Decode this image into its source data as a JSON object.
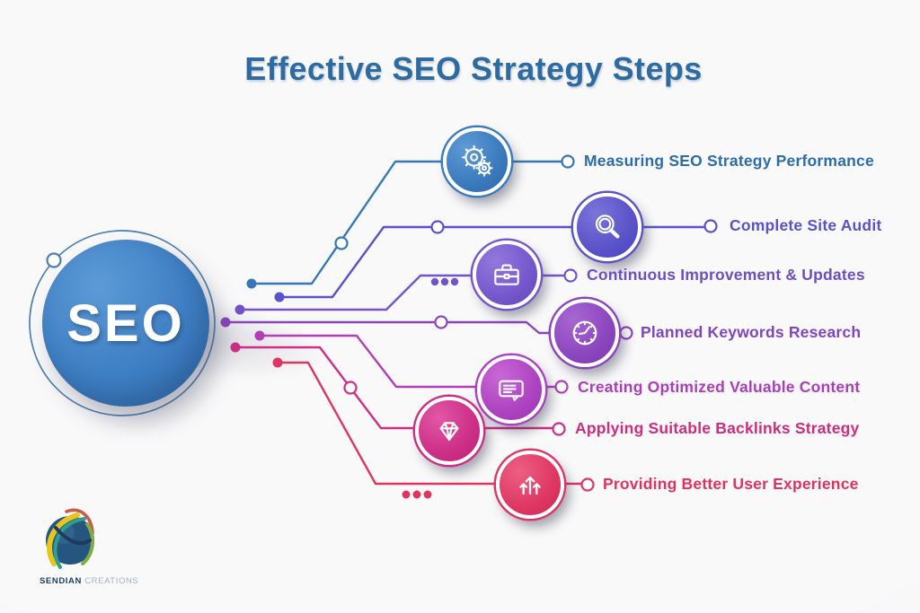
{
  "title": "Effective SEO Strategy Steps",
  "title_color": "#2d6ba3",
  "hub": {
    "label": "SEO",
    "fill": "#3e7ec2",
    "ring": "#4d80b6"
  },
  "steps": [
    {
      "label": "Measuring SEO Strategy Performance",
      "icon": "gears-icon",
      "label_color": "#2d6ca8",
      "line_color": "#3577b8",
      "circle_color": "#3a7abc"
    },
    {
      "label": "Complete Site Audit",
      "icon": "magnifier-icon",
      "label_color": "#5a52c8",
      "line_color": "#5a52c8",
      "circle_color": "#5a52c8"
    },
    {
      "label": "Continuous Improvement & Updates",
      "icon": "briefcase-icon",
      "label_color": "#6b4fc3",
      "line_color": "#7254c7",
      "circle_color": "#7557cb"
    },
    {
      "label": "Planned Keywords Research",
      "icon": "clock-icon",
      "label_color": "#7f45bd",
      "line_color": "#8a45bd",
      "circle_color": "#8c46be"
    },
    {
      "label": "Creating Optimized Valuable Content",
      "icon": "chat-icon",
      "label_color": "#ab3cbc",
      "line_color": "#b23eb8",
      "circle_color": "#ad43c0"
    },
    {
      "label": "Applying Suitable Backlinks  Strategy",
      "icon": "diamond-icon",
      "label_color": "#cc2d7d",
      "line_color": "#cd2e86",
      "circle_color": "#cd2e86"
    },
    {
      "label": "Providing Better User Experience",
      "icon": "arrows-up-icon",
      "label_color": "#df3260",
      "line_color": "#de3560",
      "circle_color": "#de3763"
    }
  ],
  "footer": {
    "brand_primary": "SENDIAN",
    "brand_secondary": "CREATIONS"
  }
}
